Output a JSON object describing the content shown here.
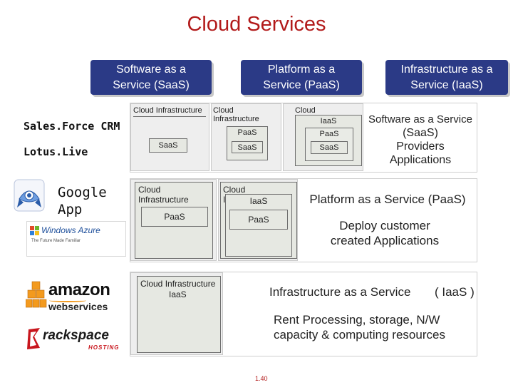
{
  "title": "Cloud Services",
  "headers": {
    "saas": "Software as a\nService (SaaS)",
    "paas": "Platform as a\nService (PaaS)",
    "iaas": "Infrastructure as a\nService (IaaS)"
  },
  "providers": {
    "salesforce": "Sales.Force CRM",
    "lotus": "Lotus.Live",
    "google": "Google\nApp",
    "azure_logo": "Windows Azure",
    "azure_tag": "The Future Made Familiar",
    "amazon_logo": "amazon",
    "amazon_sub": "webservices",
    "rackspace_logo": "rackspace",
    "rackspace_sub": "HOSTING"
  },
  "saas_row": {
    "box1_ci": "Cloud Infrastructure",
    "box1_saas": "SaaS",
    "box2_ci": "Cloud Infrastructure",
    "box2_paas": "PaaS",
    "box2_saas": "SaaS",
    "box3_ci": "Cloud Infrastructure",
    "box3_iaas": "IaaS",
    "box3_paas": "PaaS",
    "box3_saas": "SaaS",
    "text_l1": "Software as a Service",
    "text_l2": "(SaaS)",
    "text_l3": "Providers",
    "text_l4": "Applications"
  },
  "paas_row": {
    "box1_ci": "Cloud Infrastructure",
    "box1_paas": "PaaS",
    "box2_ci": "Cloud Infrastructure",
    "box2_iaas": "IaaS",
    "box2_paas": "PaaS",
    "text_l1": "Platform as a Service (PaaS)",
    "text_l2": "Deploy customer",
    "text_l3": "created Applications"
  },
  "iaas_row": {
    "box1_ci": "Cloud Infrastructure",
    "box1_iaas": "IaaS",
    "text_l1": "Infrastructure as a Service",
    "text_l1b": "( IaaS )",
    "text_l2": "Rent Processing, storage, N/W",
    "text_l3": "capacity &  computing resources"
  },
  "page_number": "1.40",
  "colors": {
    "title": "#b21a1a",
    "header_bg": "#2b3a86",
    "amazon_orange": "#f39a1e"
  }
}
